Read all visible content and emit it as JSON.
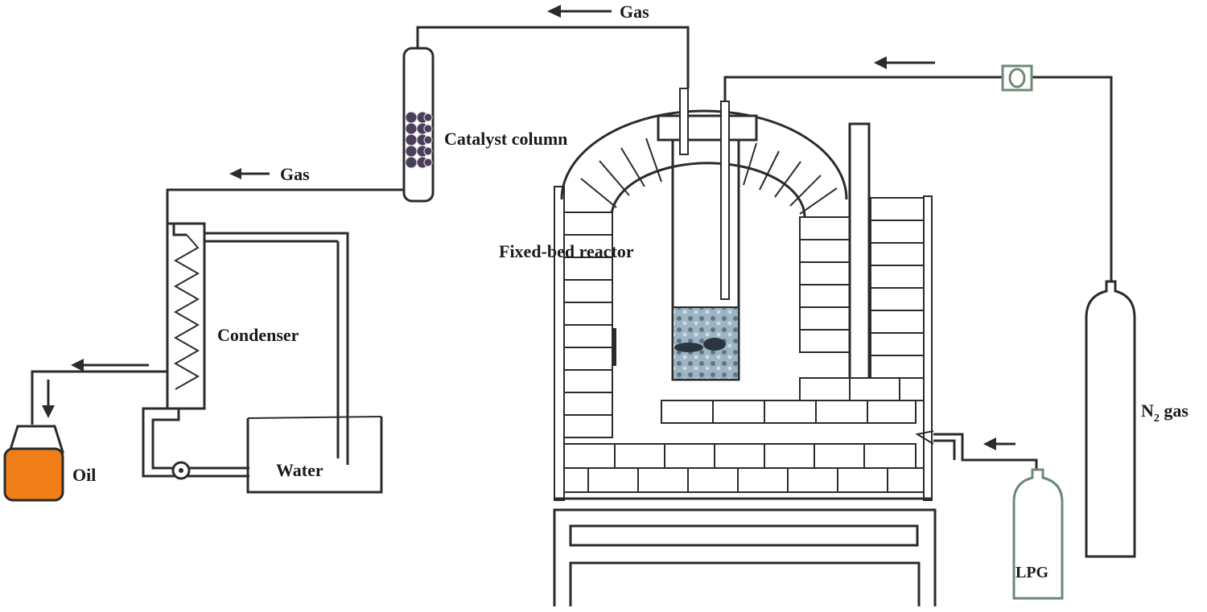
{
  "labels": {
    "gas_top": "Gas",
    "gas_mid": "Gas",
    "catalyst_column": "Catalyst column",
    "fixed_bed_reactor": "Fixed-bed reactor",
    "condenser": "Condenser",
    "water": "Water",
    "oil": "Oil",
    "lpg": "LPG",
    "n2_main": "N",
    "n2_sub": "2",
    "n2_tail": " gas"
  },
  "colors": {
    "line": "#2b2b2b",
    "oil": "#f07f1a",
    "cylinder": "#6b8a74",
    "catalyst_bed": "#8fa6b5",
    "catalyst_bead": "#4a3f5a"
  },
  "icons": [
    "left-arrow-icon",
    "down-arrow-icon",
    "flow-meter-icon",
    "pump-icon"
  ]
}
